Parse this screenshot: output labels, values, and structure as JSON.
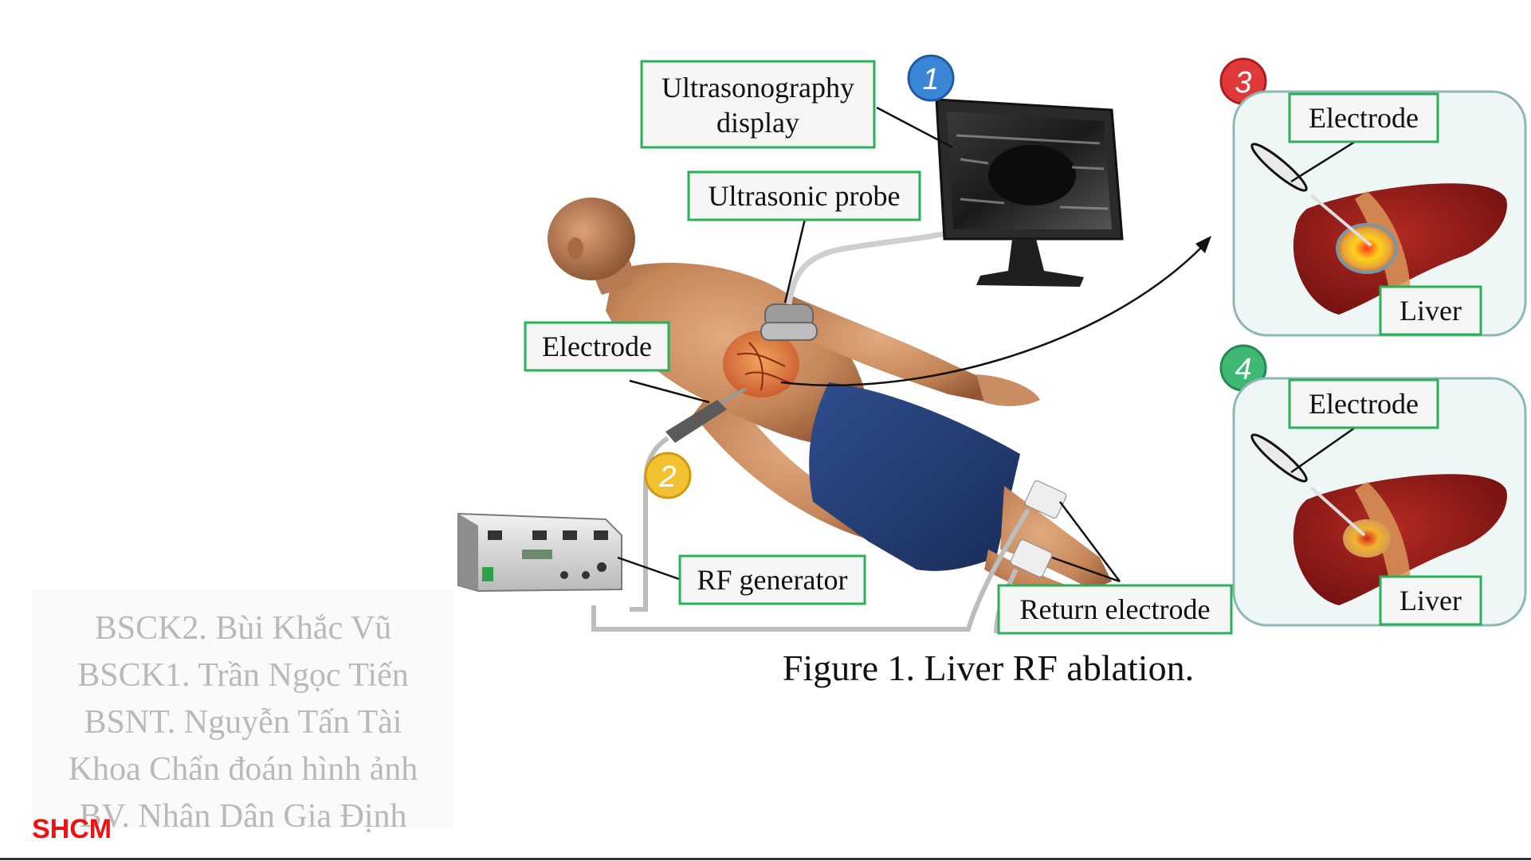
{
  "figure": {
    "caption": "Figure 1. Liver RF ablation.",
    "labels": {
      "ultrasonography_line1": "Ultrasonography",
      "ultrasonography_line2": "display",
      "ultrasonic_probe": "Ultrasonic probe",
      "electrode_main": "Electrode",
      "rf_generator": "RF generator",
      "return_electrode": "Return electrode",
      "panel3_electrode": "Electrode",
      "panel3_liver": "Liver",
      "panel4_electrode": "Electrode",
      "panel4_liver": "Liver"
    },
    "step_badges": [
      {
        "number": "1",
        "color": "#3b86d6"
      },
      {
        "number": "2",
        "color": "#f2c232"
      },
      {
        "number": "3",
        "color": "#e0393b"
      },
      {
        "number": "4",
        "color": "#3fb873"
      }
    ],
    "colors": {
      "label_border": "#2bb05a",
      "panel_background": "#eef7f6",
      "panel_border": "#8fb8b4",
      "liver": "#9c1b1b",
      "shorts": "#253f78",
      "skin": "#c98d63"
    }
  },
  "authors": {
    "line1": "BSCK2. Bùi Khắc Vũ",
    "line2": "BSCK1. Trần Ngọc Tiến",
    "line3": "BSNT. Nguyễn Tấn Tài",
    "line4": "Khoa Chẩn đoán hình ảnh",
    "line5": "BV. Nhân Dân Gia Định"
  },
  "org_tag": "SHCM"
}
